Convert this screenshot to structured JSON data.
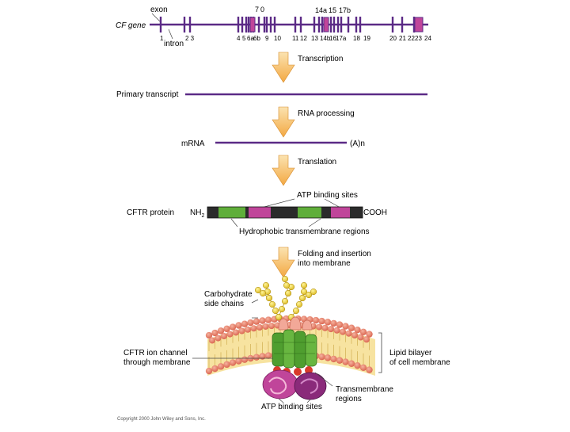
{
  "gene": {
    "exon_label": "exon",
    "intron_label": "intron",
    "gene_label": "CF gene",
    "top_labels": {
      "exon7": "7",
      "exon0": "0",
      "exon14a": "14a",
      "exon15": "15",
      "exon17b": "17b"
    },
    "bottom_labels": [
      "1",
      "2 3",
      "4",
      "5",
      "6a",
      "6b",
      "9",
      "10",
      "11",
      "12",
      "13",
      "14b",
      "16",
      "17a",
      "18",
      "19",
      "20",
      "21",
      "22",
      "23",
      "24"
    ]
  },
  "steps": {
    "transcription": "Transcription",
    "rna_processing": "RNA processing",
    "translation": "Translation",
    "folding": [
      "Folding and insertion",
      "into membrane"
    ]
  },
  "primary_transcript_label": "Primary transcript",
  "mrna": {
    "label": "mRNA",
    "tail": "(A)n"
  },
  "protein": {
    "label": "CFTR protein",
    "nh2": "NH",
    "nh2_sub": "2",
    "cooh": "COOH",
    "atp_label": "ATP binding sites",
    "hydrophobic_label": "Hydrophobic transmembrane regions"
  },
  "membrane": {
    "carbohydrate": [
      "Carbohydrate",
      "side chains"
    ],
    "channel": [
      "CFTR ion channel",
      "through membrane"
    ],
    "lipid": [
      "Lipid bilayer",
      "of cell membrane"
    ],
    "transmembrane": [
      "Transmembrane",
      "regions"
    ],
    "atp_sites": "ATP binding sites"
  },
  "copyright": "Copyright 2000 John Wiley and Sons, Inc.",
  "colors": {
    "purple": "#5b2a86",
    "magenta": "#c0459a",
    "green": "#5fae3a",
    "dark": "#2b2b2b",
    "arrow": "#f6c06a",
    "lipid_head": "#e8846e",
    "yellow": "#f0d030"
  }
}
